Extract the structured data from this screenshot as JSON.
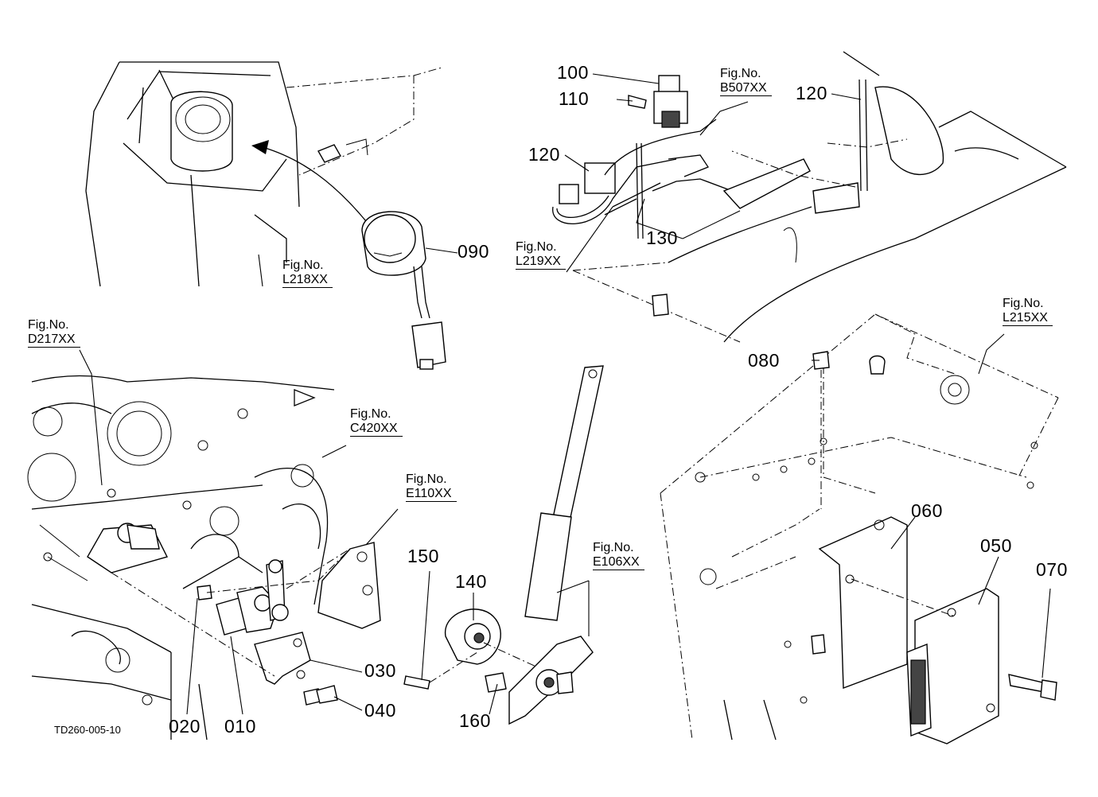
{
  "diagram": {
    "part_labels": {
      "p010": "010",
      "p020": "020",
      "p030": "030",
      "p040": "040",
      "p050": "050",
      "p060": "060",
      "p070": "070",
      "p080": "080",
      "p090": "090",
      "p100": "100",
      "p110": "110",
      "p120a": "120",
      "p120b": "120",
      "p130": "130",
      "p140": "140",
      "p150": "150",
      "p160": "160"
    },
    "figure_refs": {
      "heading": "Fig.No.",
      "l218": "L218XX",
      "b507": "B507XX",
      "l219": "L219XX",
      "l215": "L215XX",
      "d217": "D217XX",
      "c420": "C420XX",
      "e110": "E110XX",
      "e106": "E106XX"
    },
    "drawing_code": "TD260-005-10"
  }
}
